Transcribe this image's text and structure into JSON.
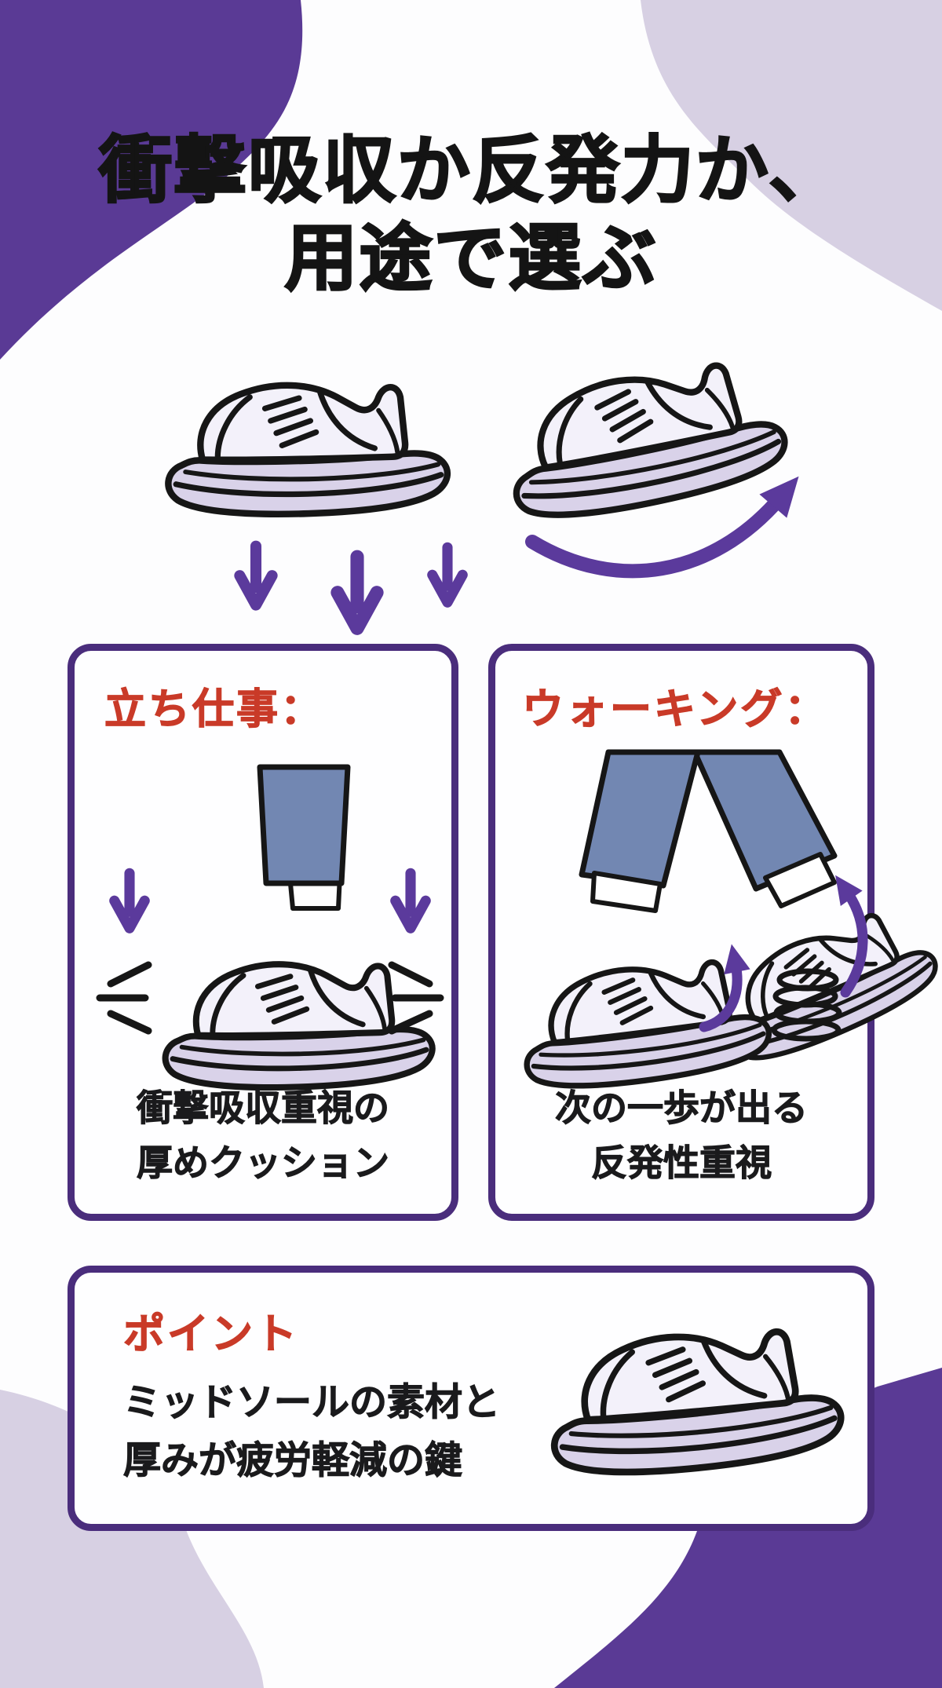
{
  "colors": {
    "purple_dark": "#5a3a95",
    "purple_border": "#4a2d7c",
    "arrow_purple": "#5b3a9c",
    "lavender": "#d7d0e3",
    "red": "#c93a28",
    "pants_blue": "#7287b2",
    "shoe_upper": "#f3f1fa",
    "shoe_sole": "#d9d2e9",
    "ink": "#161616"
  },
  "title": {
    "line1": "衝撃吸収か反発力か、",
    "line2": "用途で選ぶ"
  },
  "hero": {
    "cushion_icon": "down-arrows-icon",
    "rebound_icon": "swoosh-arrow-icon"
  },
  "cards": {
    "standing": {
      "heading": "立ち仕事：",
      "body_line1": "衝撃吸収重視の",
      "body_line2": "厚めクッション"
    },
    "walking": {
      "heading": "ウォーキング：",
      "body_line1": "次の一歩が出る",
      "body_line2": "反発性重視"
    },
    "point": {
      "heading": "ポイント",
      "body_line1": "ミッドソールの素材と",
      "body_line2": "厚みが疲労軽減の鍵"
    }
  }
}
